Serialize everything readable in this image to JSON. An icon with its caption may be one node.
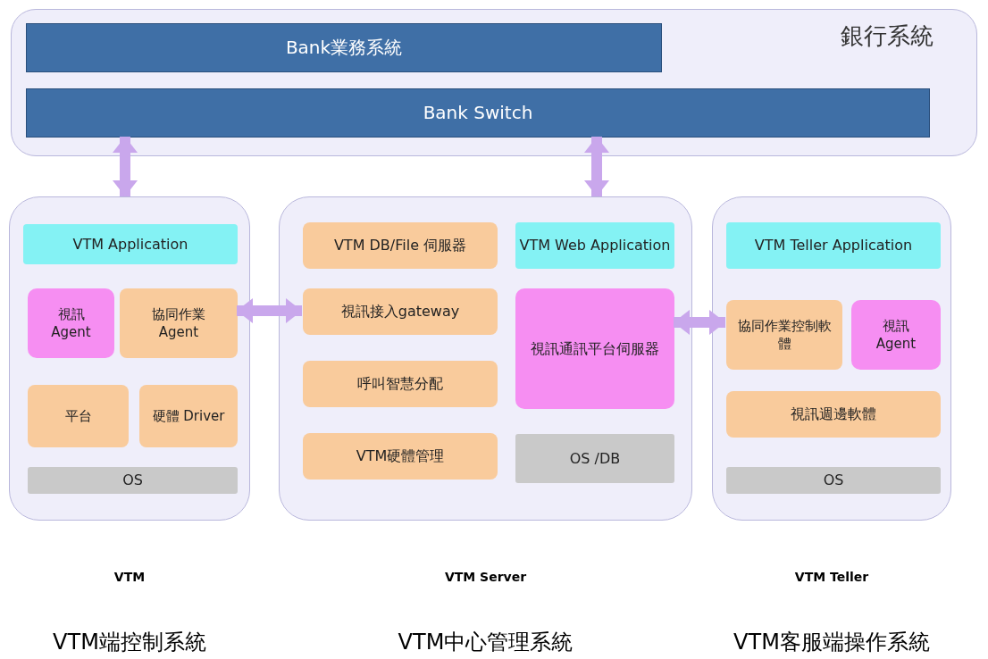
{
  "diagram": {
    "nodes": [
      {
        "text": [
          "銀行系統"
        ]
      },
      {
        "text": [
          "Bank業務系統"
        ],
        "in": 0
      },
      {
        "text": [
          "Bank Switch"
        ],
        "in": 0
      },
      {
        "text": [],
        "shape": "box",
        "beside": [
          "VTM",
          "VTM端控制系統"
        ]
      },
      {
        "text": [
          "VTM Application"
        ],
        "in": 3
      },
      {
        "text": [
          "視訊 Agent"
        ],
        "in": 3
      },
      {
        "text": [
          "協同作業 Agent"
        ],
        "in": 3
      },
      {
        "text": [
          "平台"
        ],
        "in": 3
      },
      {
        "text": [
          "硬體 Driver"
        ],
        "in": 3
      },
      {
        "text": [
          "OS"
        ],
        "in": 3
      },
      {
        "text": [],
        "shape": "box",
        "beside": [
          "VTM Server",
          "VTM中心管理系統"
        ]
      },
      {
        "text": [
          "VTM DB/File 伺服器"
        ],
        "in": 10
      },
      {
        "text": [
          "VTM Web Application"
        ],
        "in": 10
      },
      {
        "text": [
          "視訊接入gateway"
        ],
        "in": 10
      },
      {
        "text": [
          "視訊通訊平台伺服器"
        ],
        "in": 10
      },
      {
        "text": [
          "呼叫智慧分配"
        ],
        "in": 10
      },
      {
        "text": [
          "VTM硬體管理"
        ],
        "in": 10
      },
      {
        "text": [
          "OS /DB"
        ],
        "in": 10
      },
      {
        "text": [],
        "shape": "box",
        "beside": [
          "VTM Teller",
          "VTM客服端操作系統"
        ]
      },
      {
        "text": [
          "VTM Teller Application"
        ],
        "in": 18
      },
      {
        "text": [
          "協同作業控制軟體"
        ],
        "in": 18
      },
      {
        "text": [
          "視訊 Agent"
        ],
        "in": 18
      },
      {
        "text": [
          "視訊週邊軟體"
        ],
        "in": 18
      },
      {
        "text": [
          "OS"
        ],
        "in": 18
      }
    ],
    "edges": [
      {
        "from": 2,
        "to": 3,
        "arrow": "both"
      },
      {
        "from": 2,
        "to": 10,
        "arrow": "both"
      },
      {
        "from": 6,
        "to": 13,
        "arrow": "both"
      },
      {
        "from": 14,
        "to": 20,
        "arrow": "both"
      }
    ]
  }
}
